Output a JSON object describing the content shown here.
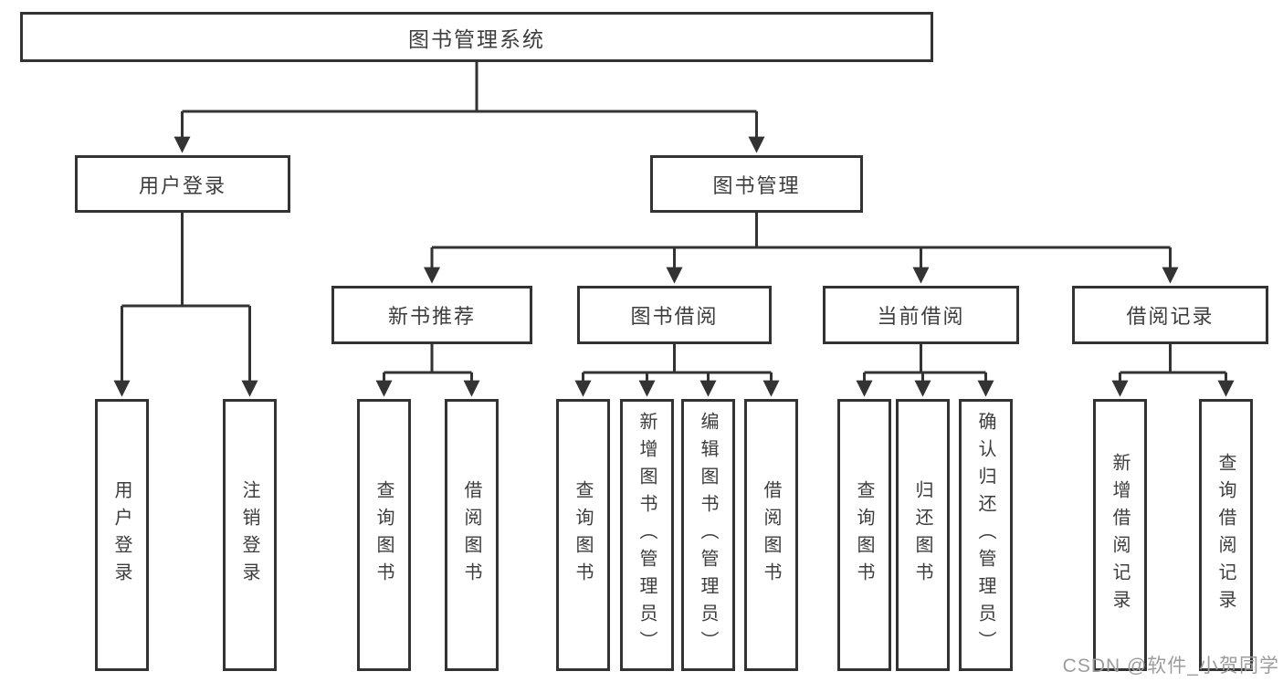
{
  "diagram": {
    "title": "图书管理系统",
    "nodes": {
      "root": "图书管理系统",
      "login": "用户登录",
      "management": "图书管理",
      "login_children": [
        "用户登录",
        "注销登录"
      ],
      "modules": [
        "新书推荐",
        "图书借阅",
        "当前借阅",
        "借阅记录"
      ],
      "recommend_children": [
        "查询图书",
        "借阅图书"
      ],
      "borrow_children": [
        "查询图书",
        "新增图书（管理员）",
        "编辑图书（管理员）",
        "借阅图书"
      ],
      "current_children": [
        "查询图书",
        "归还图书",
        "确认归还（管理员）"
      ],
      "records_children": [
        "新增借阅记录",
        "查询借阅记录"
      ]
    },
    "colors": {
      "line": "#333333",
      "box_border": "#333333",
      "text": "#3d3d3d",
      "background": "#ffffff",
      "watermark_text": "#9c9c9c"
    }
  },
  "watermark": "CSDN @软件_小贺同学"
}
